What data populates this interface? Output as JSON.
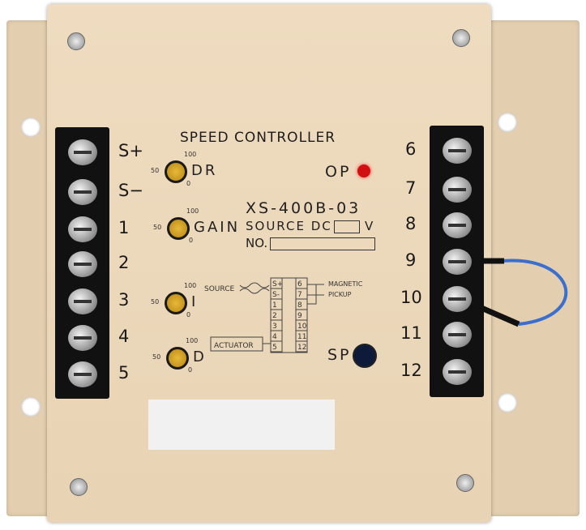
{
  "panel_title": "SPEED CONTROLLER",
  "model": "XS-400B-03",
  "source_label": "SOURCE  DC",
  "source_unit": "V",
  "no_label": "NO.",
  "left_terminals": [
    "S+",
    "S−",
    "1",
    "2",
    "3",
    "4",
    "5"
  ],
  "right_terminals": [
    "6",
    "7",
    "8",
    "9",
    "10",
    "11",
    "12"
  ],
  "knobs": [
    {
      "label": "DR",
      "min": "0",
      "mid": "50",
      "max": "100"
    },
    {
      "label": "GAIN",
      "min": "0",
      "mid": "50",
      "max": "100"
    },
    {
      "label": "I",
      "min": "0",
      "mid": "50",
      "max": "100"
    },
    {
      "label": "D",
      "min": "0",
      "mid": "50",
      "max": "100"
    }
  ],
  "indicators": {
    "op": "OP",
    "sp": "SP",
    "op_color": "#d01010",
    "sp_color": "#0d1a3a"
  },
  "diagram": {
    "source": "SOURCE",
    "actuator": "ACTUATOR",
    "magnetic": "MAGNETIC",
    "pickup": "PICKUP",
    "left_col": [
      "S+",
      "S-",
      "1",
      "2",
      "3",
      "4",
      "5"
    ],
    "right_col": [
      "6",
      "7",
      "8",
      "9",
      "10",
      "11",
      "12"
    ]
  },
  "wire_color": "#3a6fd0"
}
